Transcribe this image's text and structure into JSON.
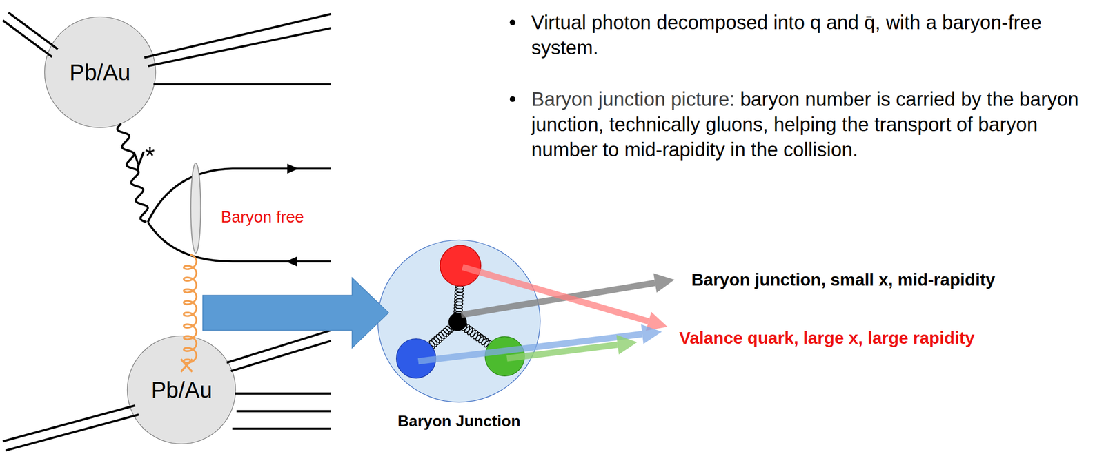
{
  "diagram": {
    "nodes": [
      {
        "text": [
          "Pb/Au"
        ]
      },
      {
        "text": [
          "Pb/Au"
        ]
      },
      {
        "text": [
          "Baryon Junction"
        ]
      }
    ],
    "labels": [
      "γ*",
      "Baryon free",
      "Virtual photon decomposed into q and q̄, with a baryon-free system.",
      "Baryon junction picture:",
      "baryon number is carried by the baryon junction, technically gluons, helping the transport of baryon number to mid-rapidity in the collision.",
      "Baryon junction, small x, mid-rapidity",
      "Valance quark, large x, large rapidity"
    ]
  }
}
